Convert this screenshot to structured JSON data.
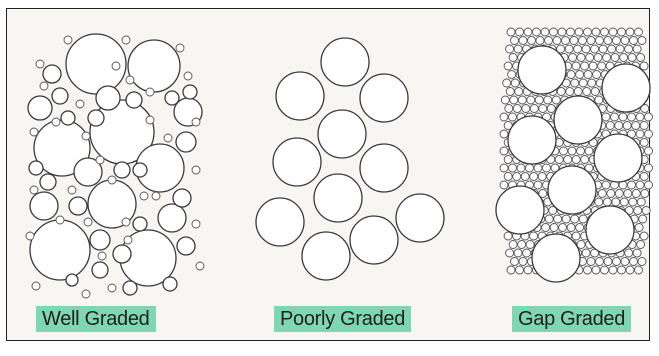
{
  "labels": {
    "well": "Well Graded",
    "poorly": "Poorly Graded",
    "gap": "Gap Graded"
  },
  "colors": {
    "label_highlight": "#7fd6b2",
    "outline": "#3a3a3a",
    "background": "#f7f6f3"
  }
}
